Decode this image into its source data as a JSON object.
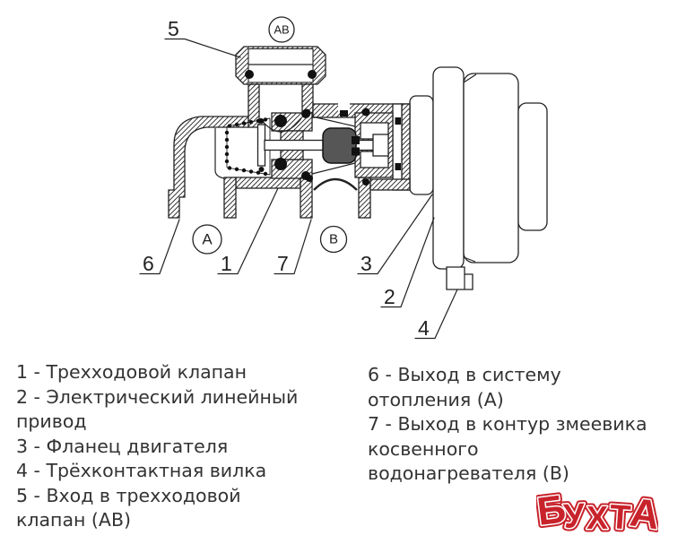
{
  "diagram": {
    "callouts": {
      "c1": "1",
      "c2": "2",
      "c3": "3",
      "c4": "4",
      "c5": "5",
      "c6": "6",
      "c7": "7"
    },
    "ports": {
      "ab": "АВ",
      "a": "А",
      "b": "В"
    }
  },
  "legend": {
    "left_lines": [
      "1 - Трехходовой клапан",
      "2 - Электрический линейный",
      "привод",
      "3 - Фланец двигателя",
      "4 - Трёхконтактная вилка",
      "5 - Вход в трехходовой",
      "клапан (АВ)"
    ],
    "right_lines": [
      "6 - Выход в систему",
      "отопления (А)",
      "7 - Выход в контур змеевика",
      "косвенного",
      "водонагревателя (В)"
    ]
  },
  "logo": {
    "text": "БУХТА",
    "letters": [
      "Б",
      "У",
      "Х",
      "Т",
      "А"
    ],
    "color": "#c8232b"
  },
  "colors": {
    "line": "#222222",
    "legend_text": "#333333",
    "logo_red": "#c8232b"
  }
}
